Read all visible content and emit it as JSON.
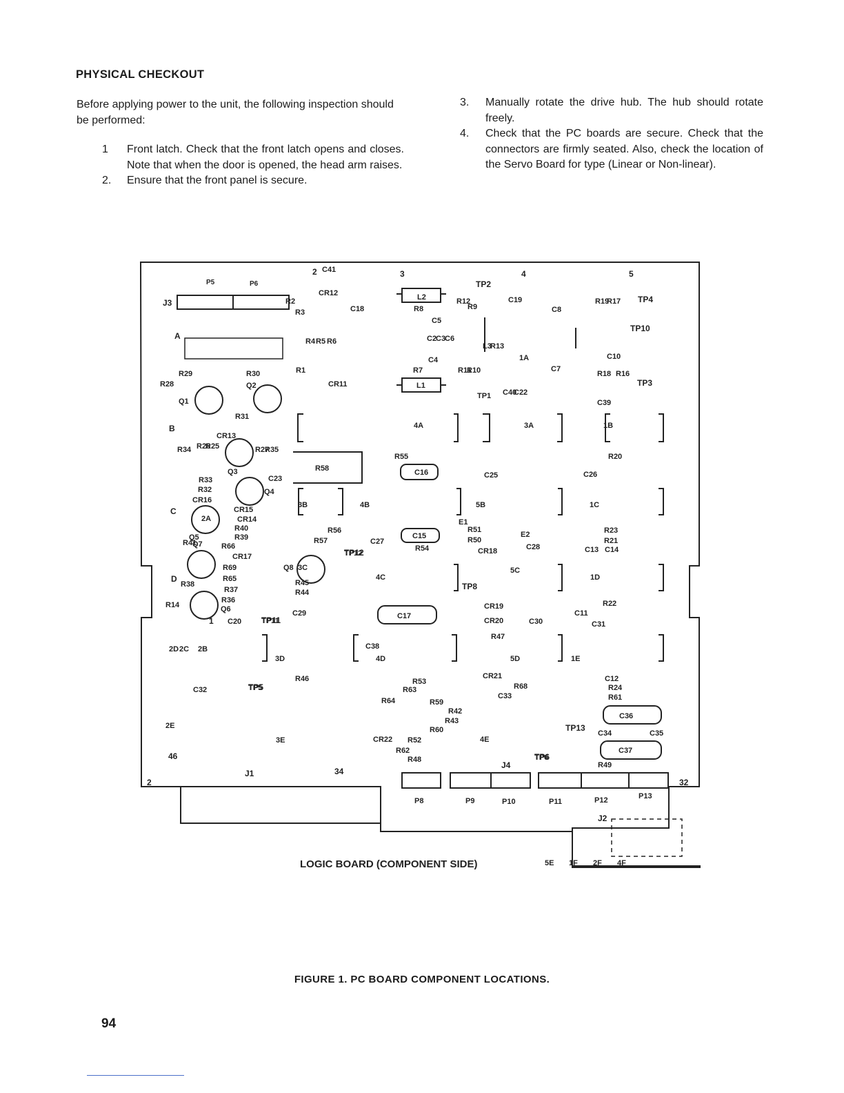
{
  "section": {
    "heading": "PHYSICAL CHECKOUT"
  },
  "intro": "Before applying power to the unit, the following inspection should be performed:",
  "steps": [
    {
      "num": "1",
      "text": "Front latch. Check that the front latch opens and closes. Note that when the door is opened, the head arm raises."
    },
    {
      "num": "2.",
      "text": "Ensure that the front panel is secure."
    },
    {
      "num": "3.",
      "text": "Manually rotate the drive hub. The hub should rotate freely."
    },
    {
      "num": "4.",
      "text": "Check that the PC boards are secure. Check that the connectors are firmly seated. Also, check the location of the Servo Board for type (Linear or Non-linear)."
    }
  ],
  "diagram": {
    "board_title": "LOGIC BOARD (COMPONENT SIDE)",
    "column_markers": [
      "2",
      "3",
      "4",
      "5"
    ],
    "row_markers": [
      "A",
      "B",
      "C",
      "D",
      "1"
    ],
    "connectors": [
      "J1",
      "J2",
      "J3",
      "J4",
      "P5",
      "P6",
      "P8",
      "P9",
      "P10",
      "P11",
      "P12",
      "P13"
    ],
    "test_points": [
      "TP1",
      "TP2",
      "TP3",
      "TP4",
      "TP5",
      "TP6",
      "TP8",
      "TP10",
      "TP11",
      "TP12",
      "TP13"
    ],
    "edge_numbers": [
      "2",
      "32",
      "34",
      "46"
    ],
    "labels": [
      "C41",
      "CR12",
      "C18",
      "L2",
      "R8",
      "R12",
      "R9",
      "C19",
      "C8",
      "R19",
      "R17",
      "R2",
      "R3",
      "R4",
      "R5",
      "R6",
      "C5",
      "C2",
      "C3",
      "C6",
      "L3",
      "R13",
      "R29",
      "R30",
      "R28",
      "R1",
      "CR11",
      "R7",
      "L1",
      "R11",
      "R10",
      "C40",
      "C22",
      "C4",
      "C7",
      "R18",
      "C10",
      "R16",
      "C39",
      "Q1",
      "Q2",
      "R31",
      "R34",
      "R26",
      "R25",
      "CR13",
      "R27",
      "R35",
      "Q3",
      "R33",
      "R32",
      "CR16",
      "C23",
      "Q4",
      "R58",
      "R55",
      "C16",
      "C25",
      "R20",
      "C26",
      "CR15",
      "CR14",
      "R41",
      "Q7",
      "Q5",
      "R40",
      "R39",
      "R66",
      "CR17",
      "R69",
      "R65",
      "R37",
      "R36",
      "Q6",
      "R56",
      "R57",
      "Q8",
      "R45",
      "R44",
      "C27",
      "TP12",
      "C15",
      "E1",
      "R51",
      "R50",
      "R54",
      "CR18",
      "E2",
      "C28",
      "R23",
      "R21",
      "C13",
      "C14",
      "R38",
      "R14",
      "C20",
      "TP11",
      "C29",
      "C17",
      "CR19",
      "CR20",
      "C30",
      "R22",
      "C11",
      "C31",
      "R47",
      "C38",
      "R46",
      "C32",
      "TP5",
      "R53",
      "R63",
      "R64",
      "R59",
      "R68",
      "C33",
      "CR21",
      "C12",
      "R24",
      "R61",
      "R42",
      "R43",
      "R60",
      "R52",
      "R62",
      "R48",
      "CR22",
      "C36",
      "C34",
      "C35",
      "C37",
      "R49",
      "TP6",
      "1A",
      "2A",
      "3A",
      "4A",
      "1B",
      "2B",
      "3B",
      "4B",
      "5B",
      "1C",
      "2C",
      "3C",
      "4C",
      "5C",
      "1D",
      "2D",
      "3D",
      "4D",
      "5D",
      "1E",
      "2E",
      "3E",
      "4E",
      "5E",
      "1F",
      "2F",
      "4F"
    ]
  },
  "figure_caption": "FIGURE 1.  PC BOARD COMPONENT LOCATIONS.",
  "page_number": "94"
}
